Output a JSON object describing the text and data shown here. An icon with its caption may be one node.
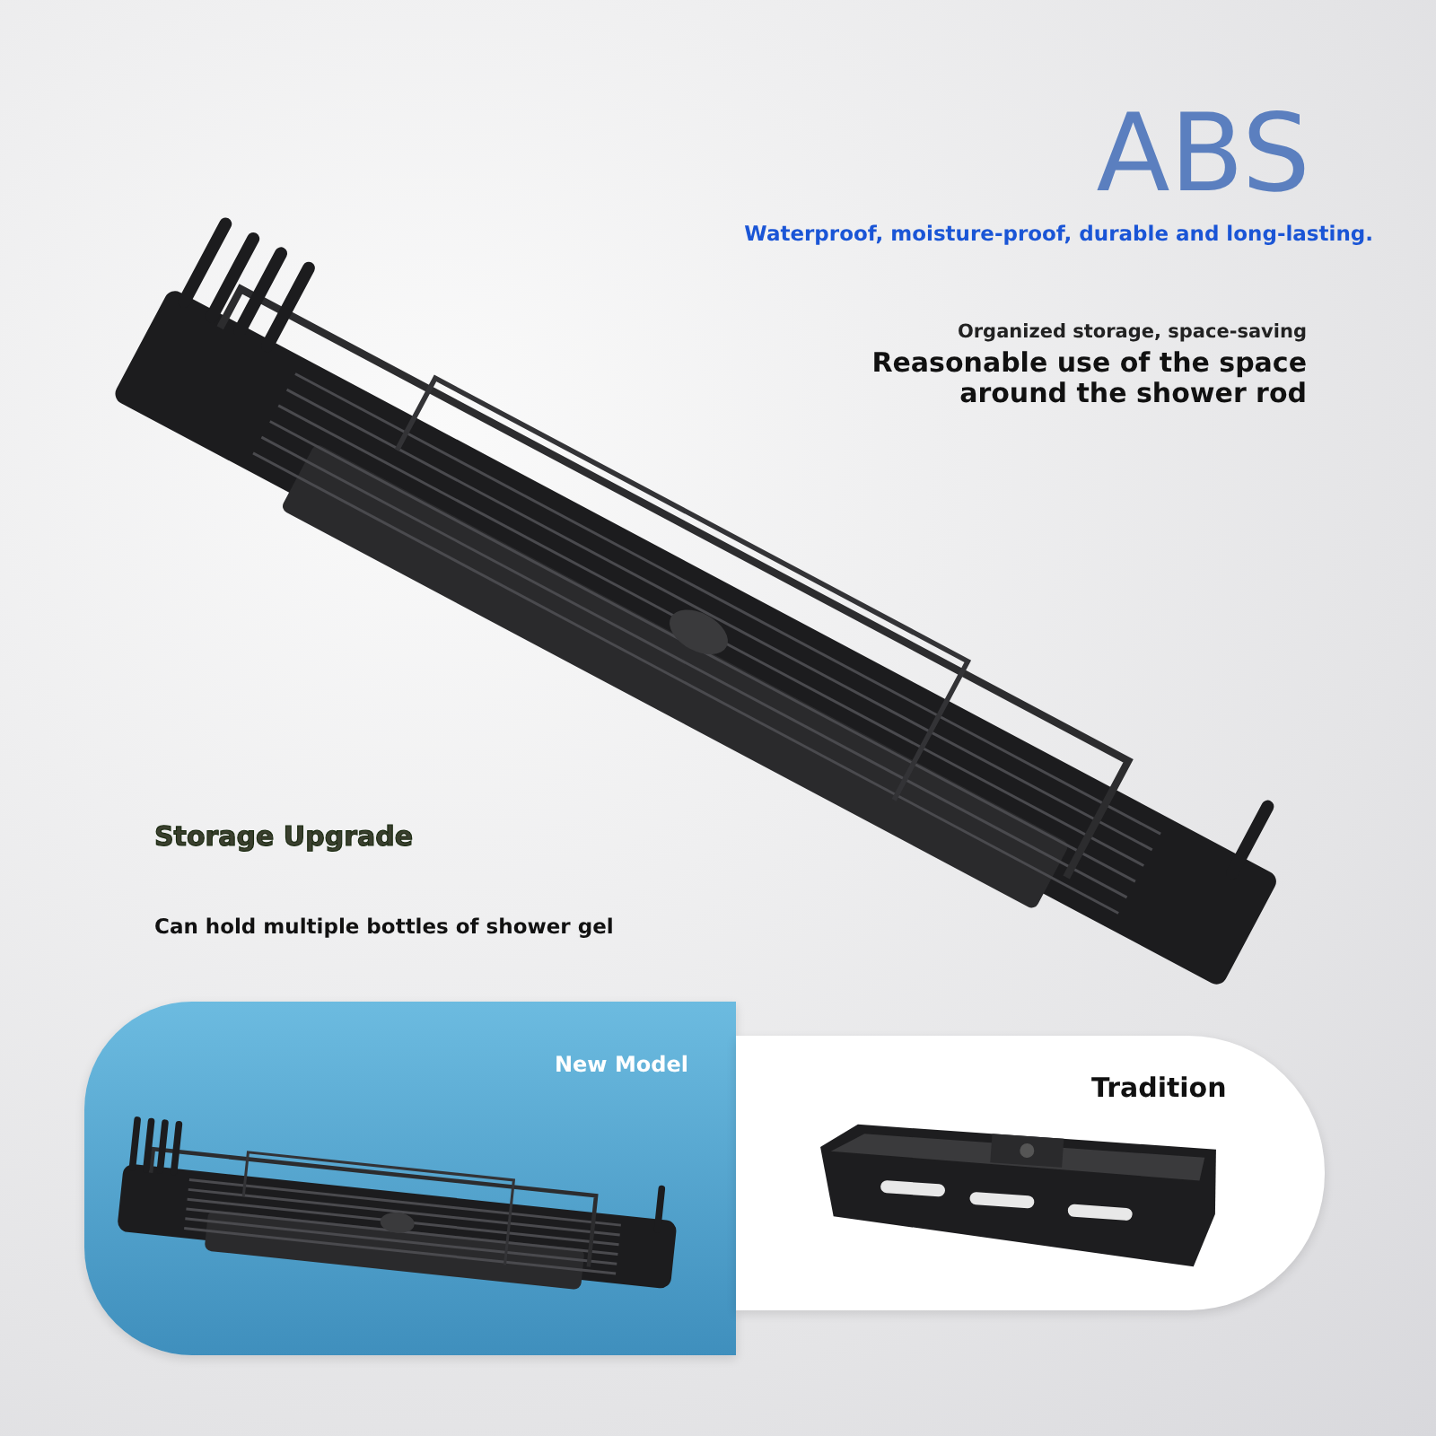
{
  "diagram": {
    "nodes": [
      {
        "text": [
          "New Model"
        ]
      },
      {
        "text": [
          "Tradition"
        ]
      }
    ],
    "labels": [
      "ABS",
      "Waterproof, moisture-proof, durable and long-lasting.",
      "Organized storage, space-saving",
      "Reasonable use of the space around the shower rod",
      "Storage Upgrade",
      "Can hold multiple bottles of shower gel"
    ]
  }
}
